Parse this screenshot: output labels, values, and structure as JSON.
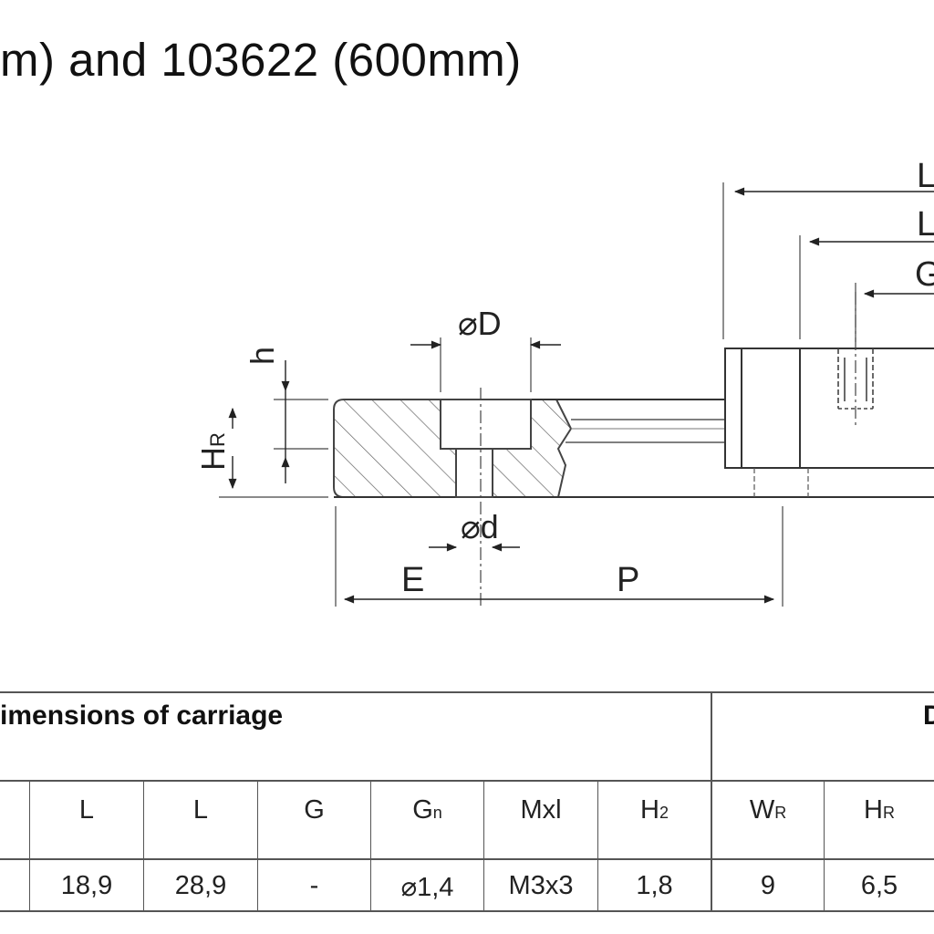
{
  "title": "m) and 103622 (600mm)",
  "drawing_labels": {
    "L_top": "L",
    "L_mid": "L",
    "G": "G",
    "D": "⌀D",
    "d": "⌀d",
    "h": "h",
    "HR_main": "H",
    "HR_sub": "R",
    "E": "E",
    "P": "P"
  },
  "table": {
    "group_left": "imensions of carriage",
    "group_right": "D",
    "headers": [
      {
        "main": "L",
        "sub": ""
      },
      {
        "main": "L",
        "sub": ""
      },
      {
        "main": "G",
        "sub": ""
      },
      {
        "main": "G",
        "sub": "n"
      },
      {
        "main": "Mxl",
        "sub": ""
      },
      {
        "main": "H",
        "sub": "2"
      },
      {
        "main": "W",
        "sub": "R"
      },
      {
        "main": "H",
        "sub": "R"
      }
    ],
    "row": [
      "18,9",
      "28,9",
      "-",
      "⌀1,4",
      "M3x3",
      "1,8",
      "9",
      "6,5"
    ]
  }
}
